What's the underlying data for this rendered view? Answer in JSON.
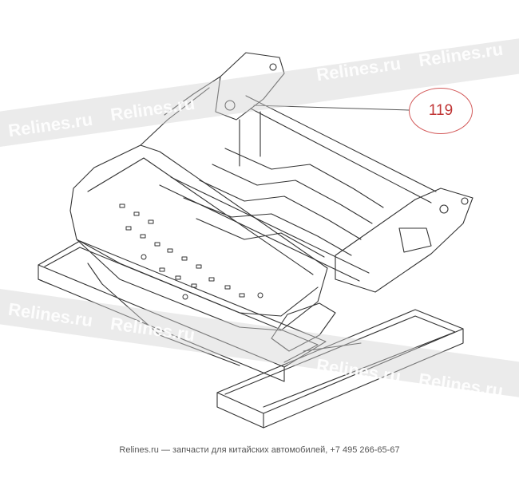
{
  "callout": {
    "label": "119"
  },
  "watermark": {
    "text": "Relines.ru"
  },
  "footer": {
    "text": "Relines.ru — запчасти для китайских автомобилей, +7 495 266-65-67"
  }
}
